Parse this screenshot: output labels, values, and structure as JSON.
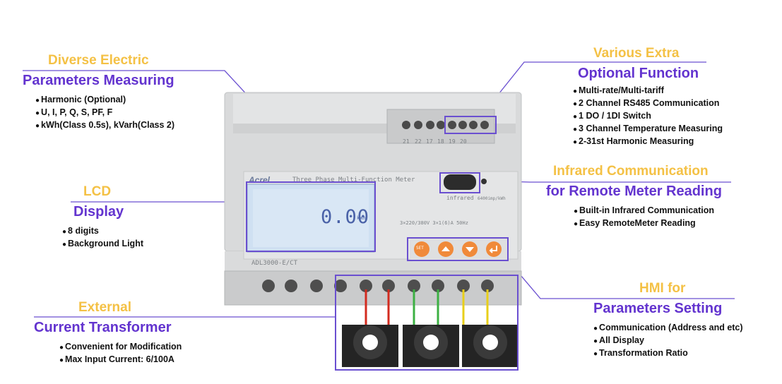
{
  "callouts": {
    "electric": {
      "title_line1": "Diverse Electric",
      "title_line2": "Parameters Measuring",
      "bullets": [
        "Harmonic (Optional)",
        "U, I, P, Q, S, PF, F",
        "kWh(Class 0.5s), kVarh(Class 2)"
      ]
    },
    "optional": {
      "title_line1": "Various Extra",
      "title_line2": "Optional Function",
      "bullets": [
        "Multi-rate/Multi-tariff",
        "2 Channel RS485 Communication",
        "1 DO / 1DI Switch",
        "3 Channel Temperature Measuring",
        "2-31st Harmonic Measuring"
      ]
    },
    "infrared": {
      "title_line1": "Infrared Communication",
      "title_line2": "for Remote Meter Reading",
      "bullets": [
        "Built-in Infrared Communication",
        "Easy RemoteMeter Reading"
      ]
    },
    "lcd": {
      "title_line1": "LCD",
      "title_line2": "Display",
      "bullets": [
        "8 digits",
        "Background Light"
      ]
    },
    "hmi": {
      "title_line1": "HMI for",
      "title_line2": "Parameters Setting",
      "bullets": [
        "Communication (Address and etc)",
        "All Display",
        "Transformation Ratio"
      ]
    },
    "ct": {
      "title_line1": "External",
      "title_line2": "Current Transformer",
      "bullets": [
        "Convenient for Modification",
        "Max Input Current: 6/100A"
      ]
    }
  },
  "meter": {
    "brand": "Acrel",
    "product_name": "Three Phase Multi-Function Meter",
    "model": "ADL3000-E/CT",
    "lcd_value": "0.00",
    "lcd_unit": "kWh",
    "terminal_labels": [
      "21",
      "22",
      "17",
      "18",
      "19",
      "20"
    ],
    "infrared_label": "infrared",
    "pulse_constant": "6400imp/kWh",
    "rating": "3×220/380V 3×1(6)A 50Hz",
    "button_set": "SET"
  },
  "colors": {
    "title_yellow": "#f4c145",
    "title_purple": "#6334cf",
    "callout_line": "#6a4fd0",
    "button_orange": "#f08a3a",
    "lcd_bg": "#cfe0f2"
  }
}
